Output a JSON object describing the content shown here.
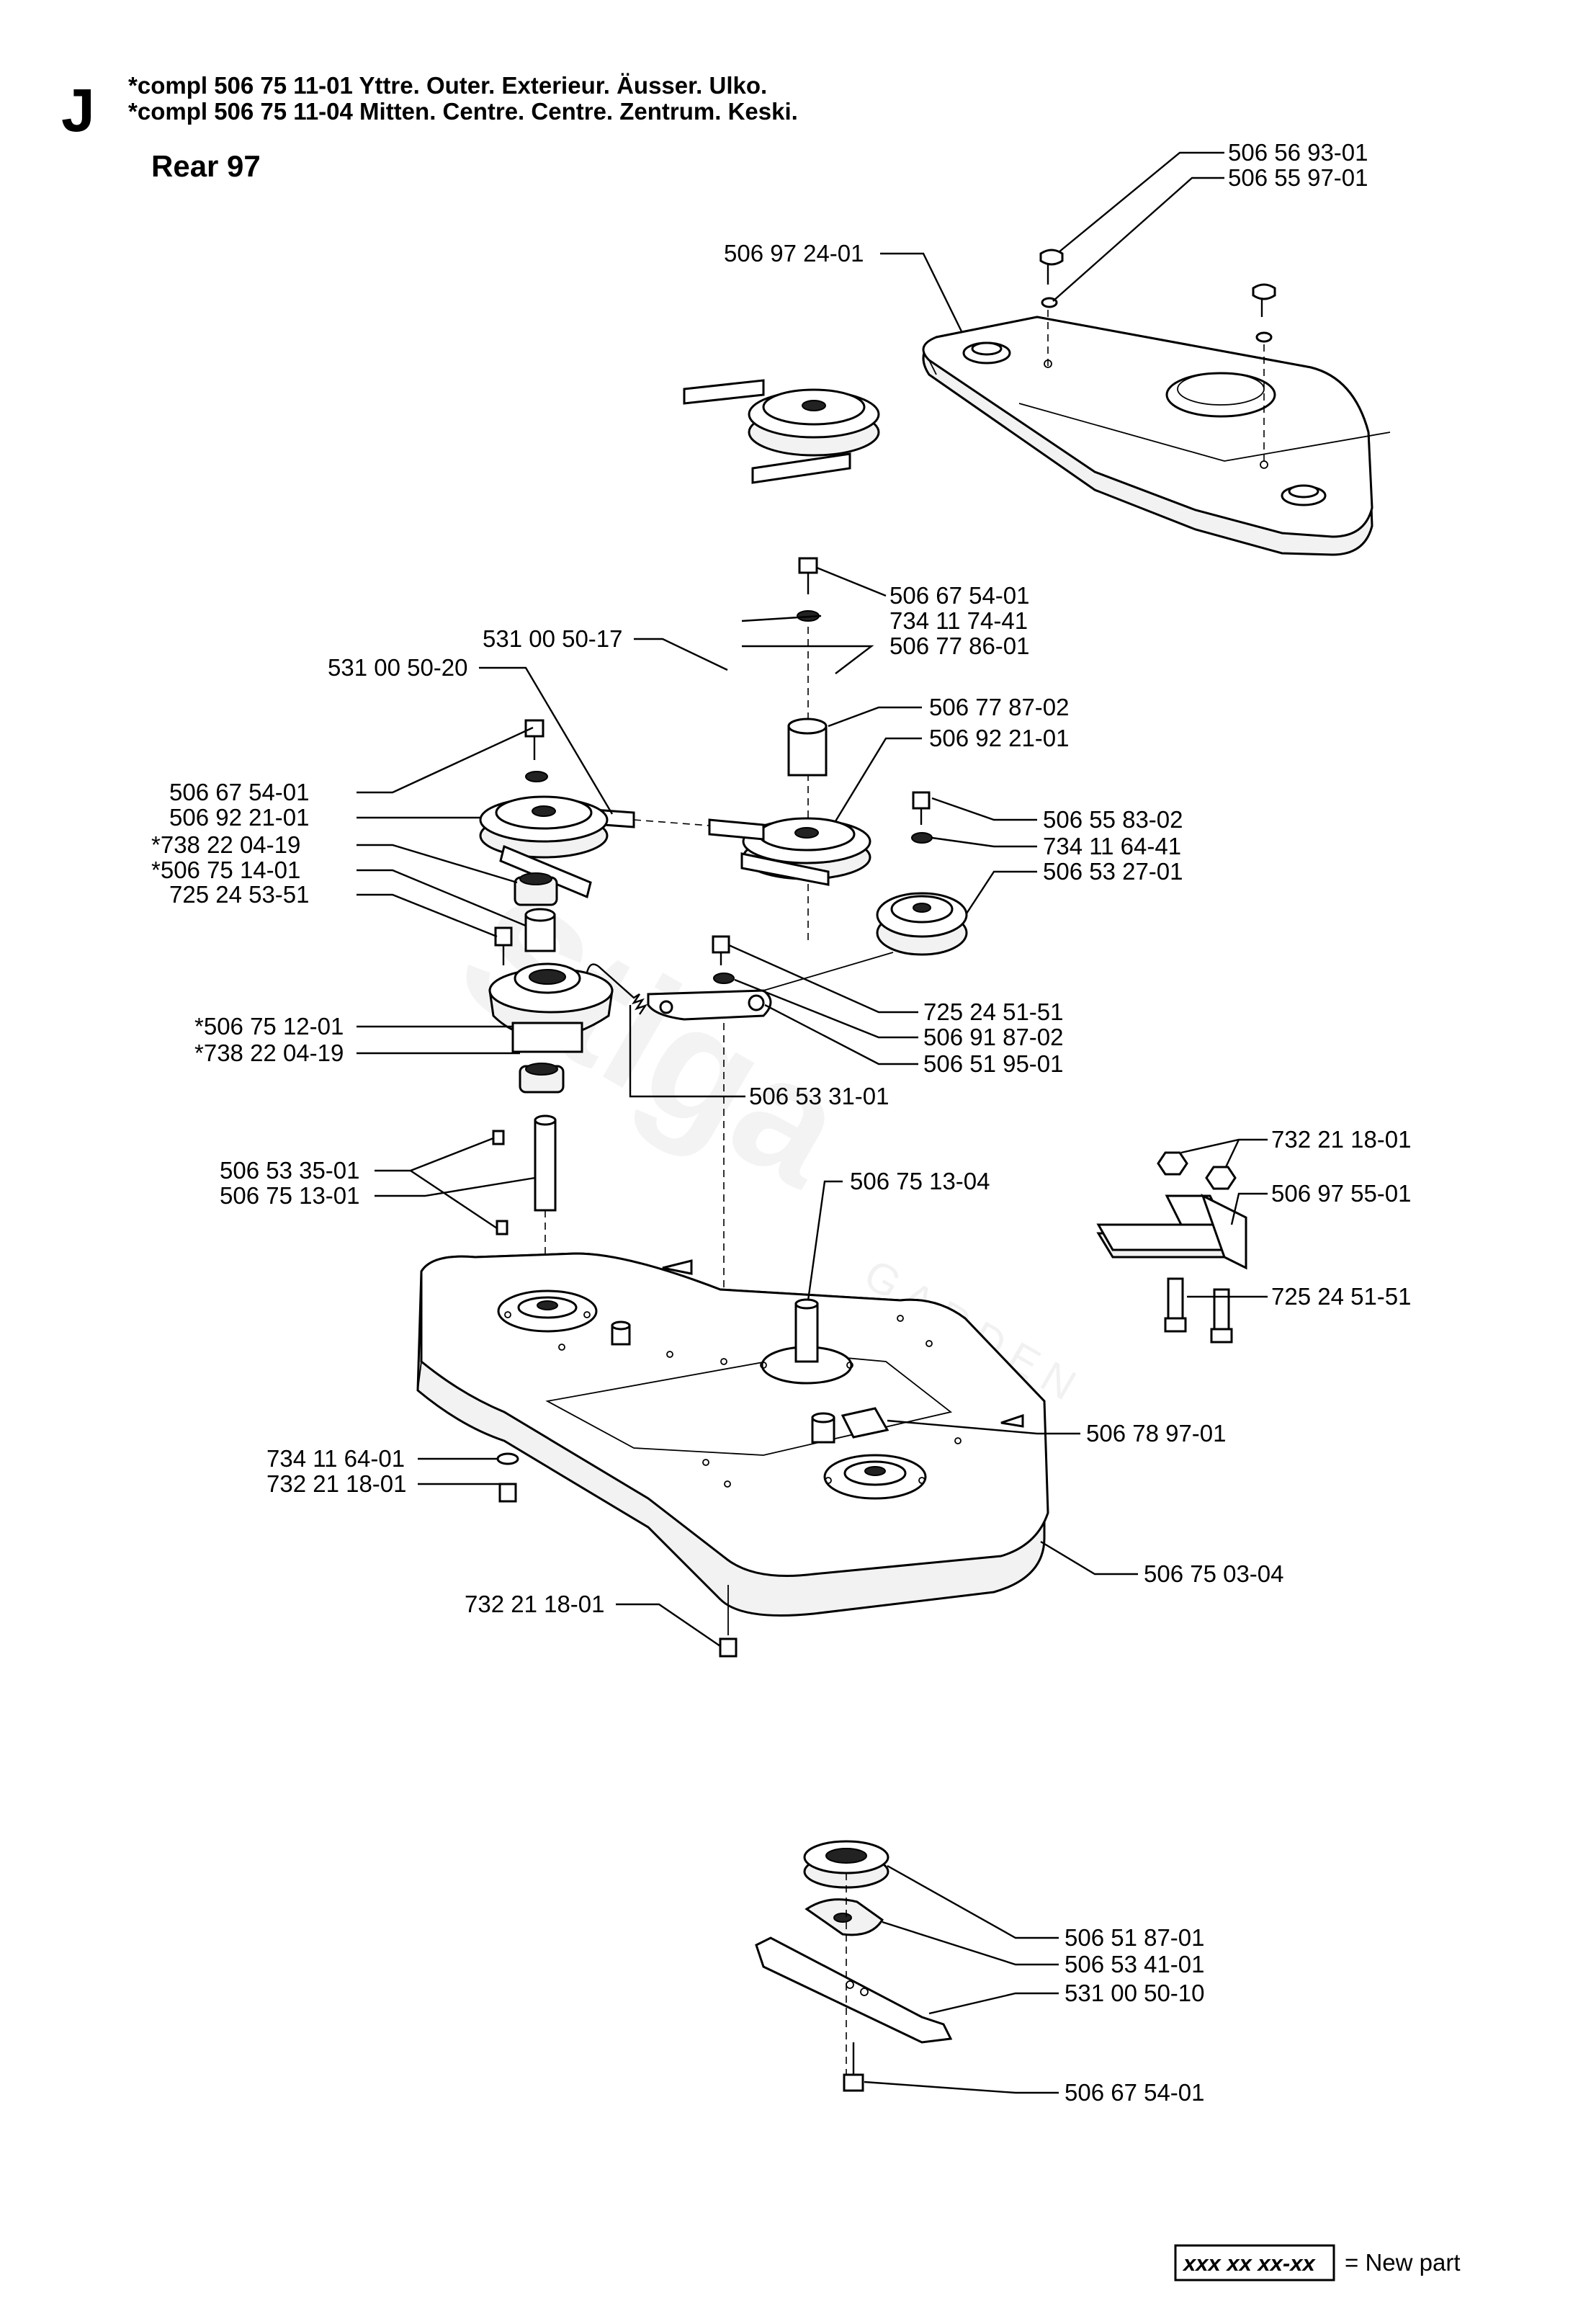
{
  "header": {
    "section_letter": "J",
    "line1": "*compl 506 75 11-01  Yttre. Outer. Exterieur. Äusser. Ulko.",
    "line2": "*compl 506 75 11-04  Mitten. Centre. Centre. Zentrum. Keski.",
    "subtitle": "Rear 97"
  },
  "parts": {
    "p01": "506 56 93-01",
    "p02": "506 55 97-01",
    "p03": "506 97 24-01",
    "p04": "506 67 54-01",
    "p05": "734 11 74-41",
    "p06": "531 00 50-17",
    "p07": "506 77 86-01",
    "p08": "531 00 50-20",
    "p09": "506 77 87-02",
    "p10": "506 92 21-01",
    "p11": "506 67 54-01",
    "p12": "506 92 21-01",
    "p13": "*738 22 04-19",
    "p14": "*506 75 14-01",
    "p15": "725 24 53-51",
    "p16": "506 55 83-02",
    "p17": "734 11 64-41",
    "p18": "506 53 27-01",
    "p19": "725 24 51-51",
    "p20": "506 91 87-02",
    "p21": "506 51 95-01",
    "p22": "*506 75 12-01",
    "p23": "*738 22 04-19",
    "p24": "506 53 31-01",
    "p25": "732 21 18-01",
    "p26": "506 97 55-01",
    "p27": "506 53 35-01",
    "p28": "506 75 13-01",
    "p29": "506 75 13-04",
    "p30": "725 24 51-51",
    "p31": "506 78 97-01",
    "p32": "734 11 64-01",
    "p33": "732 21 18-01",
    "p34": "506 75 03-04",
    "p35": "732 21 18-01",
    "p36": "506 51 87-01",
    "p37": "506 53 41-01",
    "p38": "531 00 50-10",
    "p39": "506 67 54-01"
  },
  "legend": {
    "code": "xxx xx xx-xx",
    "text": "= New part"
  }
}
